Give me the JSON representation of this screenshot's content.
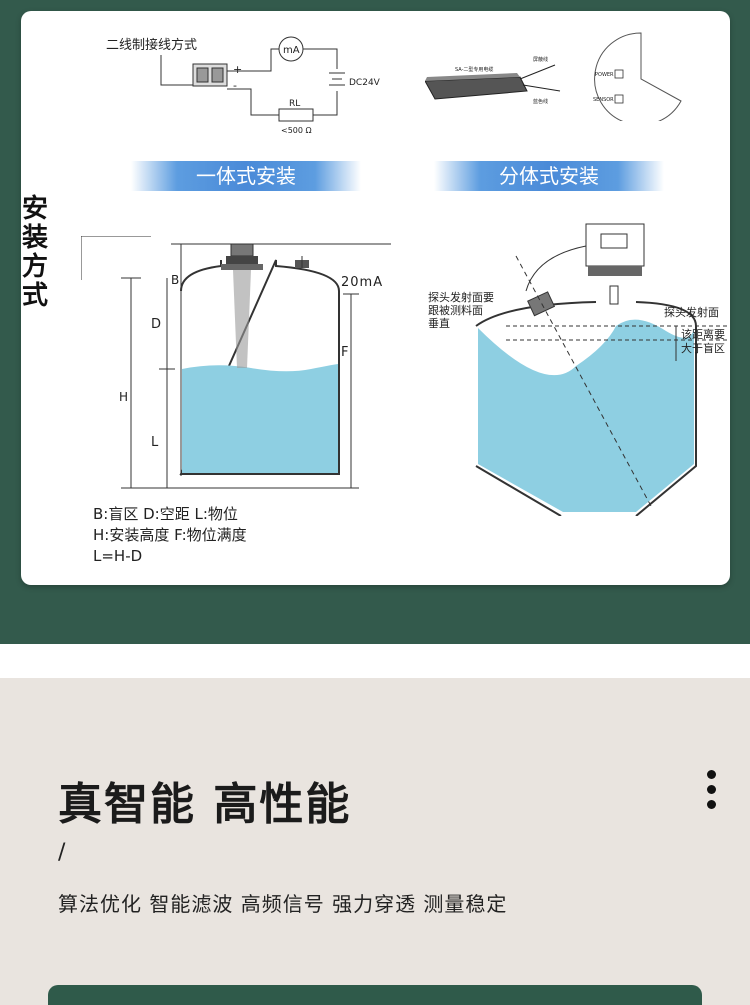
{
  "wiring": {
    "title": "二线制接线方式",
    "meter": "mA",
    "plus": "+",
    "minus": "-",
    "supply": "DC24V",
    "resistor": "RL",
    "resistor_note": "<500 Ω"
  },
  "sensor_drawing": {
    "cable_label": "SA-二型专用电缆",
    "wire1": "屏蔽线",
    "wire2": "蓝色线"
  },
  "display_panel": {
    "power": "POWER",
    "sensor": "SENSOR"
  },
  "section_label": "安装方式",
  "integrated": {
    "title": "一体式安装",
    "signal": "20mA",
    "B": "B",
    "D": "D",
    "H": "H",
    "L": "L",
    "F": "F"
  },
  "split": {
    "title": "分体式安装",
    "note1_line1": "探头发射面要",
    "note1_line2": "跟被测料面",
    "note1_line3": "垂直",
    "note2": "探头发射面",
    "note3_line1": "该距离要",
    "note3_line2": "大于盲区"
  },
  "legend": {
    "line1": "B:盲区  D:空距   L:物位",
    "line2": "H:安装高度  F:物位满度",
    "line3": "L=H-D"
  },
  "colors": {
    "page_green": "#335a4c",
    "beige": "#e9e4df",
    "water": "#8ecfe2",
    "banner_blue": "#4a8ad8"
  },
  "feature": {
    "headline": "真智能  高性能",
    "slash": "/",
    "subtitle": "算法优化 智能滤波 高频信号 强力穿透 测量稳定",
    "menu_icon": "vertical-dots-icon"
  }
}
